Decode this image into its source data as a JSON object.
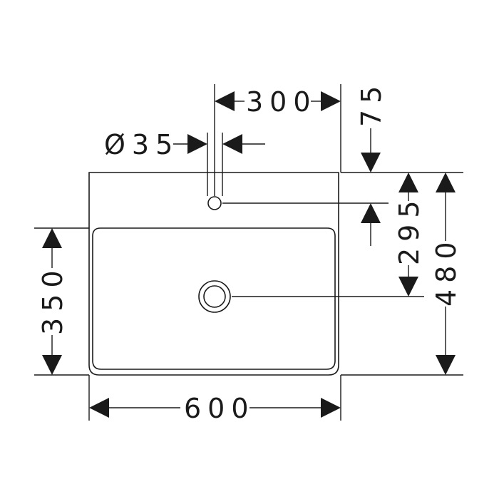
{
  "drawing": {
    "dimensions": {
      "overall_width": "600",
      "overall_depth": "480",
      "bowl_depth": "350",
      "tap_hole_offset": "300",
      "tap_hole_diameter": "Ø35",
      "tap_hole_from_back": "75",
      "drain_from_back": "295"
    }
  }
}
